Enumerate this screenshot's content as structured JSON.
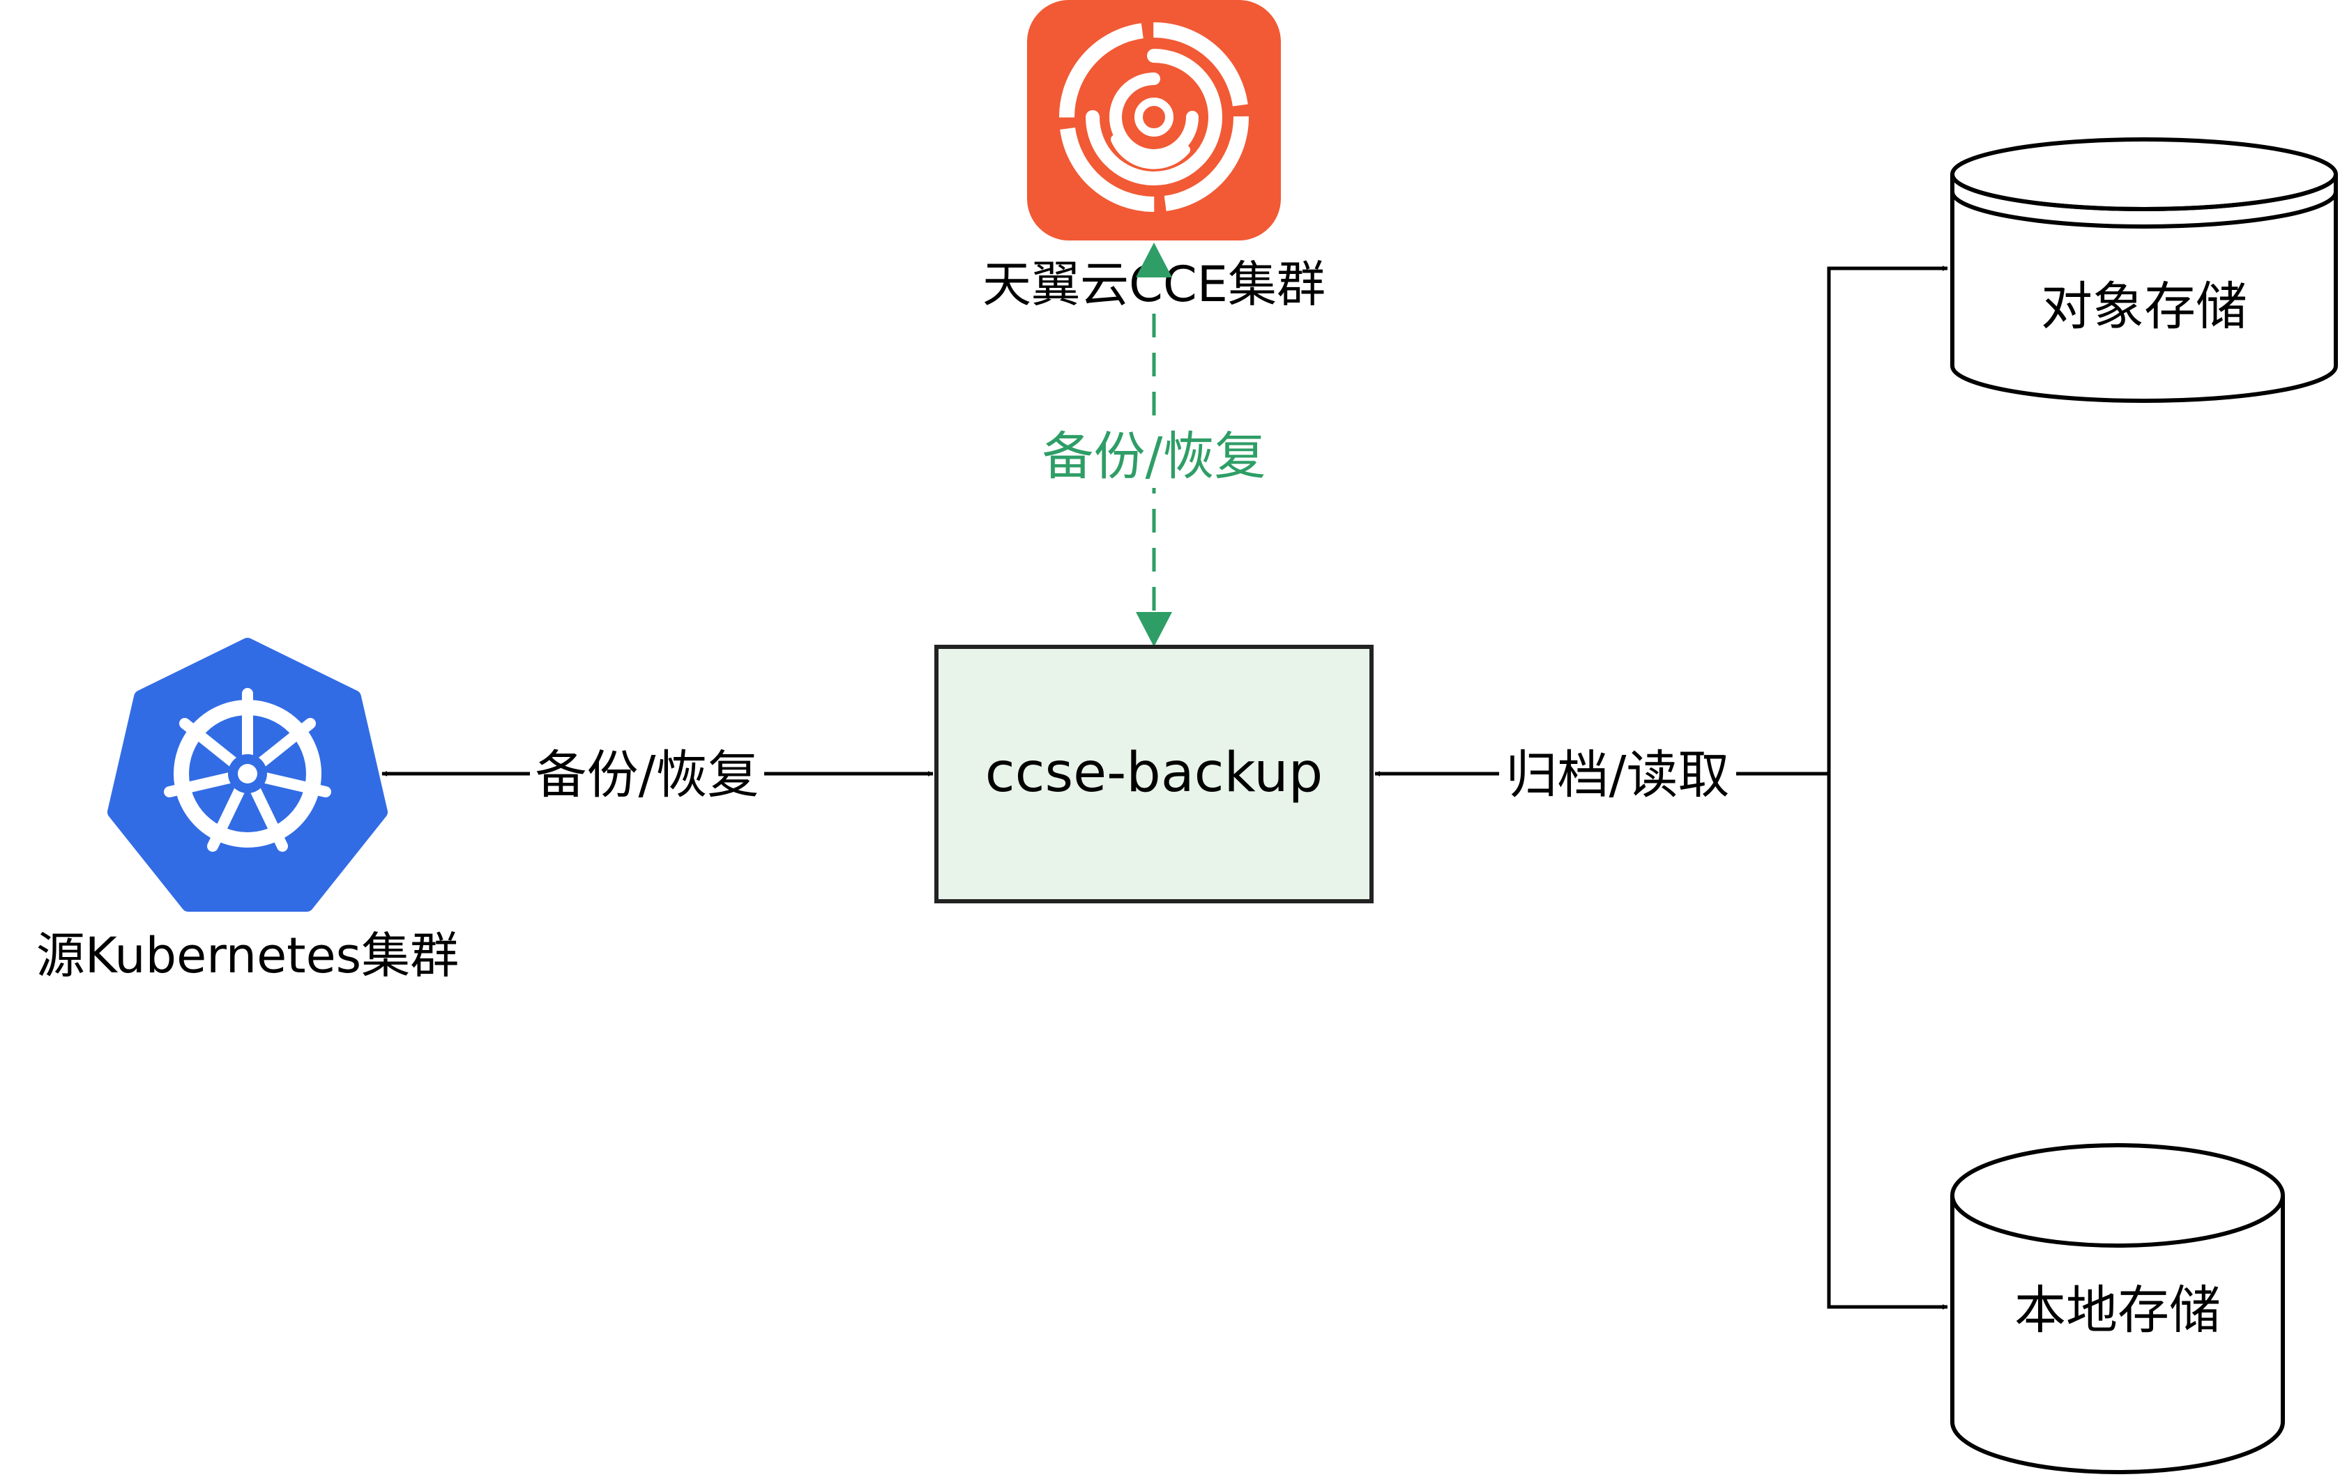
{
  "nodes": {
    "ctyun_cluster": {
      "label": "天翼云CCE集群",
      "icon": "ctyun-logo-icon"
    },
    "k8s_cluster": {
      "label": "源Kubernetes集群",
      "icon": "kubernetes-helm-icon"
    },
    "backup": {
      "label": "ccse-backup"
    },
    "object_storage": {
      "label": "对象存储"
    },
    "local_storage": {
      "label": "本地存储"
    }
  },
  "edges": {
    "ctyun_backup": {
      "label": "备份/恢复"
    },
    "k8s_backup": {
      "label": "备份/恢复"
    },
    "storage_backup": {
      "label": "归档/读取"
    }
  },
  "colors": {
    "ctyun_orange": "#f15a35",
    "k8s_blue": "#326ce5",
    "backup_fill": "#e8f3ea",
    "dashed_green": "#2e9e66",
    "line": "#000000"
  }
}
